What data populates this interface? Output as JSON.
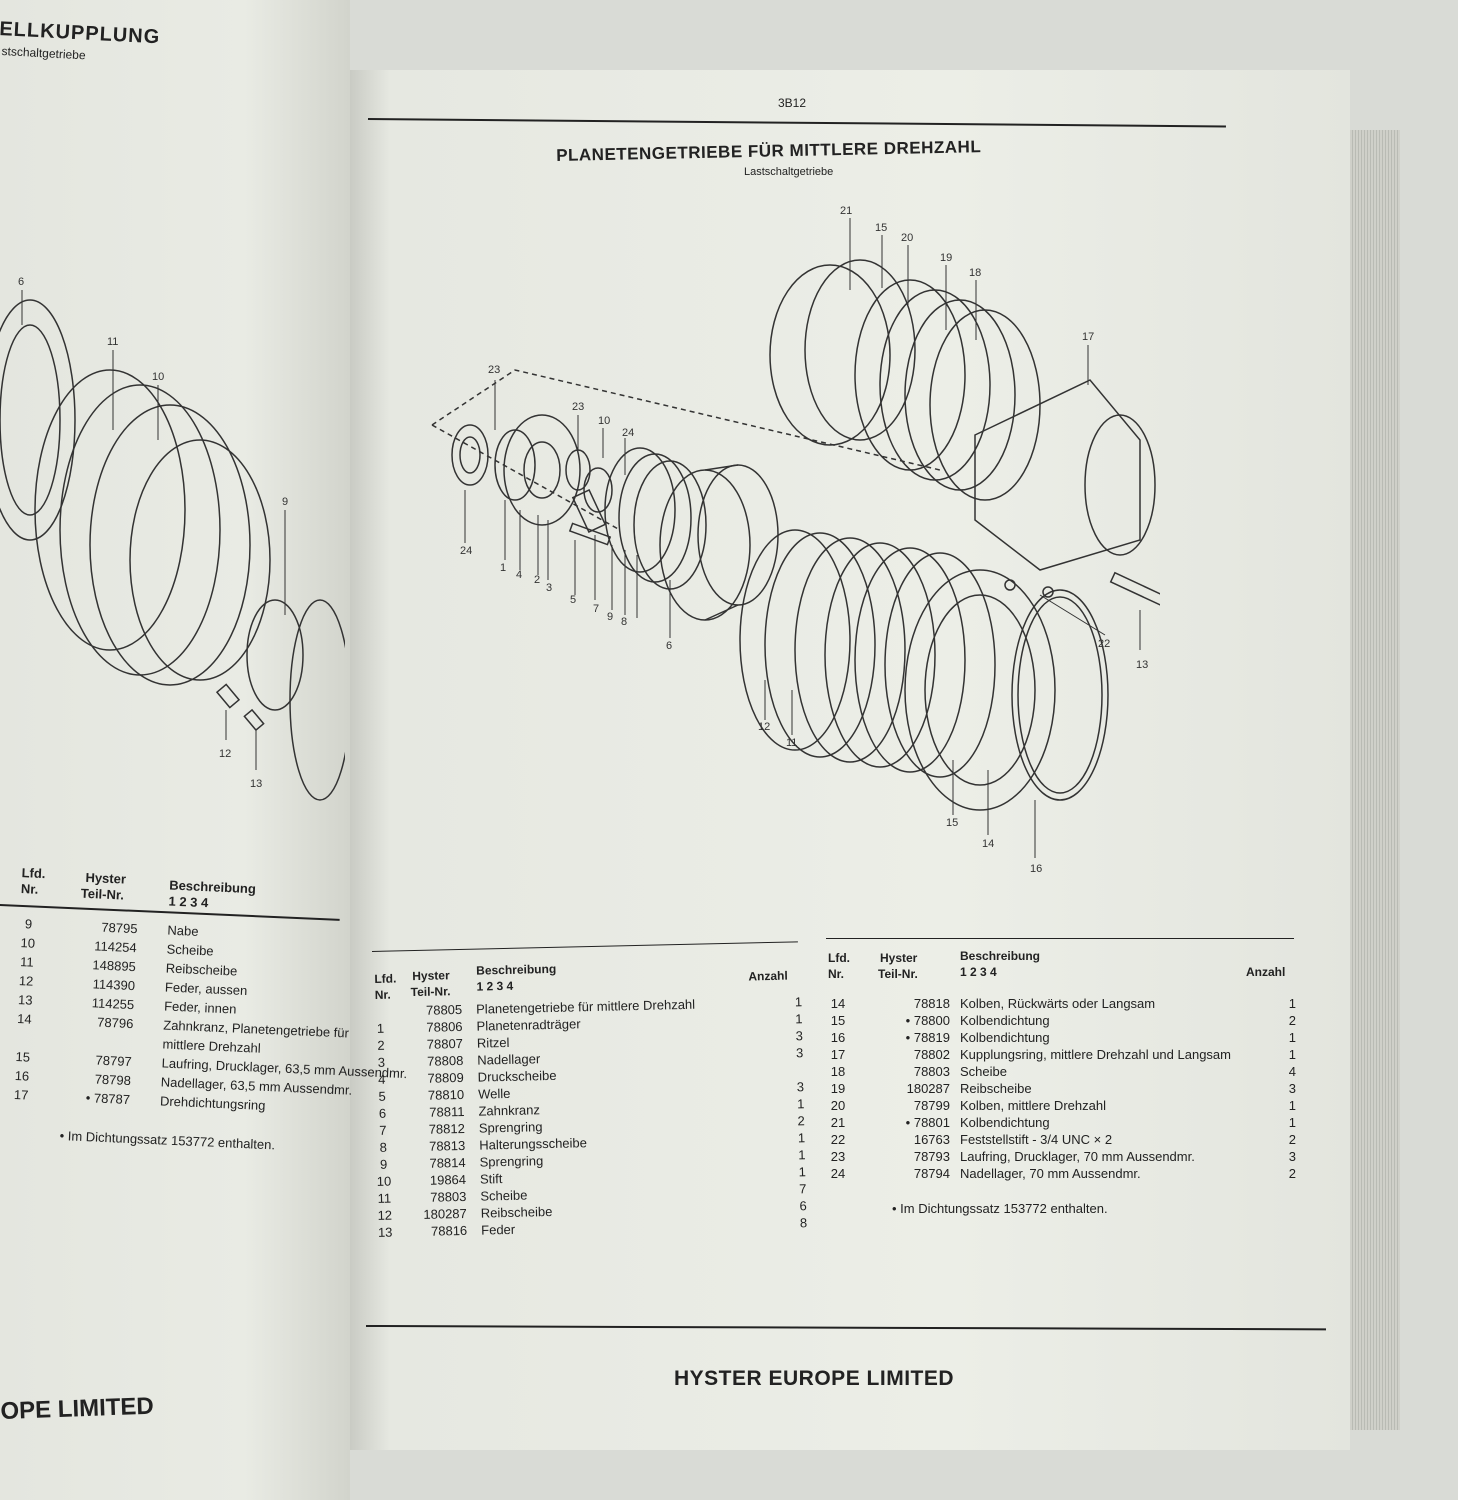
{
  "left": {
    "title": "ELLKUPPLUNG",
    "subtitle": "stschaltgetriebe",
    "callouts": [
      "6",
      "11",
      "10",
      "9",
      "12",
      "13"
    ],
    "table": {
      "headers": {
        "lfd": "Lfd.",
        "nr": "Nr.",
        "hyster": "Hyster",
        "teilnr": "Teil-Nr.",
        "beschreibung": "Beschreibung",
        "cols": "1 2 3 4"
      },
      "rows": [
        {
          "lfd": "9",
          "teil": "78795",
          "desc": "Nabe"
        },
        {
          "lfd": "10",
          "teil": "114254",
          "desc": "Scheibe"
        },
        {
          "lfd": "11",
          "teil": "148895",
          "desc": "Reibscheibe"
        },
        {
          "lfd": "12",
          "teil": "114390",
          "desc": "Feder, aussen"
        },
        {
          "lfd": "13",
          "teil": "114255",
          "desc": "Feder, innen"
        },
        {
          "lfd": "14",
          "teil": "78796",
          "desc": "Zahnkranz, Planetengetriebe für"
        },
        {
          "lfd": "",
          "teil": "",
          "desc": "mittlere Drehzahl"
        },
        {
          "lfd": "15",
          "teil": "78797",
          "desc": "Laufring, Drucklager, 63,5 mm Aussendmr."
        },
        {
          "lfd": "16",
          "teil": "78798",
          "desc": "Nadellager, 63,5 mm Aussendmr."
        },
        {
          "lfd": "17",
          "teil": "• 78787",
          "desc": "Drehdichtungsring"
        }
      ],
      "footnote": "•   Im Dichtungssatz 153772 enthalten."
    },
    "footer": "OPE LIMITED"
  },
  "right": {
    "page_number": "3B12",
    "title": "PLANETENGETRIEBE FÜR MITTLERE DREHZAHL",
    "subtitle": "Lastschaltgetriebe",
    "callouts": [
      "21",
      "15",
      "20",
      "19",
      "18",
      "17",
      "23",
      "23",
      "10",
      "24",
      "24",
      "1",
      "4",
      "2",
      "3",
      "5",
      "7",
      "9",
      "8",
      "6",
      "22",
      "13",
      "12",
      "11",
      "15",
      "14",
      "16"
    ],
    "table1": {
      "headers": {
        "lfd": "Lfd.",
        "nr": "Nr.",
        "hyster": "Hyster",
        "teilnr": "Teil-Nr.",
        "beschreibung": "Beschreibung",
        "cols": "1 2 3 4",
        "anzahl": "Anzahl"
      },
      "rows": [
        {
          "lfd": "",
          "teil": "78805",
          "desc": "Planetengetriebe für mittlere Drehzahl",
          "qty": "1"
        },
        {
          "lfd": "1",
          "teil": "78806",
          "desc": "Planetenradträger",
          "qty": "1"
        },
        {
          "lfd": "2",
          "teil": "78807",
          "desc": "Ritzel",
          "qty": "3"
        },
        {
          "lfd": "3",
          "teil": "78808",
          "desc": "Nadellager",
          "qty": "3"
        },
        {
          "lfd": "4",
          "teil": "78809",
          "desc": "Druckscheibe",
          "qty": ""
        },
        {
          "lfd": "5",
          "teil": "78810",
          "desc": "Welle",
          "qty": "3"
        },
        {
          "lfd": "6",
          "teil": "78811",
          "desc": "Zahnkranz",
          "qty": "1"
        },
        {
          "lfd": "7",
          "teil": "78812",
          "desc": "Sprengring",
          "qty": "2"
        },
        {
          "lfd": "8",
          "teil": "78813",
          "desc": "Halterungsscheibe",
          "qty": "1"
        },
        {
          "lfd": "9",
          "teil": "78814",
          "desc": "Sprengring",
          "qty": "1"
        },
        {
          "lfd": "10",
          "teil": "19864",
          "desc": "Stift",
          "qty": "1"
        },
        {
          "lfd": "11",
          "teil": "78803",
          "desc": "Scheibe",
          "qty": "7"
        },
        {
          "lfd": "12",
          "teil": "180287",
          "desc": "Reibscheibe",
          "qty": "6"
        },
        {
          "lfd": "13",
          "teil": "78816",
          "desc": "Feder",
          "qty": "8"
        }
      ]
    },
    "table2": {
      "headers": {
        "lfd": "Lfd.",
        "nr": "Nr.",
        "hyster": "Hyster",
        "teilnr": "Teil-Nr.",
        "beschreibung": "Beschreibung",
        "cols": "1 2 3 4",
        "anzahl": "Anzahl"
      },
      "rows": [
        {
          "lfd": "14",
          "teil": "78818",
          "desc": "Kolben, Rückwärts oder Langsam",
          "qty": "1"
        },
        {
          "lfd": "15",
          "teil": "• 78800",
          "desc": "Kolbendichtung",
          "qty": "2"
        },
        {
          "lfd": "16",
          "teil": "• 78819",
          "desc": "Kolbendichtung",
          "qty": "1"
        },
        {
          "lfd": "17",
          "teil": "78802",
          "desc": "Kupplungsring, mittlere Drehzahl und Langsam",
          "qty": "1"
        },
        {
          "lfd": "18",
          "teil": "78803",
          "desc": "Scheibe",
          "qty": "4"
        },
        {
          "lfd": "19",
          "teil": "180287",
          "desc": "Reibscheibe",
          "qty": "3"
        },
        {
          "lfd": "20",
          "teil": "78799",
          "desc": "Kolben, mittlere Drehzahl",
          "qty": "1"
        },
        {
          "lfd": "21",
          "teil": "• 78801",
          "desc": "Kolbendichtung",
          "qty": "1"
        },
        {
          "lfd": "22",
          "teil": "16763",
          "desc": "Feststellstift - 3/4 UNC × 2",
          "qty": "2"
        },
        {
          "lfd": "23",
          "teil": "78793",
          "desc": "Laufring, Drucklager, 70 mm Aussendmr.",
          "qty": "3"
        },
        {
          "lfd": "24",
          "teil": "78794",
          "desc": "Nadellager, 70 mm Aussendmr.",
          "qty": "2"
        }
      ],
      "footnote": "•   Im Dichtungssatz 153772 enthalten."
    },
    "footer": "HYSTER EUROPE LIMITED"
  }
}
